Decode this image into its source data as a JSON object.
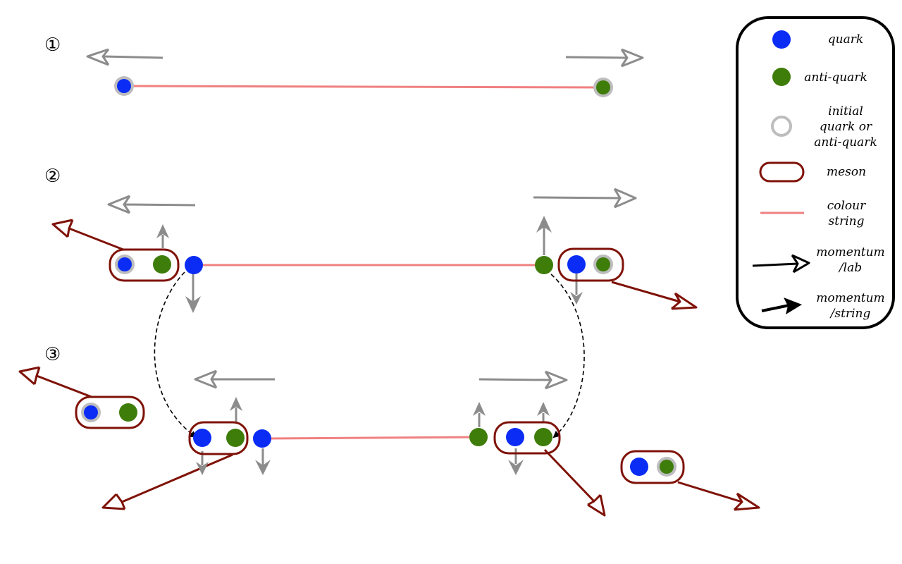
{
  "steps": {
    "one": "①",
    "two": "②",
    "three": "③"
  },
  "legend": {
    "quark": "quark",
    "anti_quark": "anti-quark",
    "initial_line1": "initial",
    "initial_line2": "quark or",
    "initial_line3": "anti-quark",
    "meson": "meson",
    "string_line1": "colour",
    "string_line2": "string",
    "lab_line1": "momentum",
    "lab_line2": "/lab",
    "str_line1": "momentum",
    "str_line2": "/string"
  },
  "colors": {
    "quark": "#0a2cf5",
    "anti_quark": "#3f7d0a",
    "initial_ring": "#bdbdbd",
    "meson": "#7f1208",
    "string": "#f08080",
    "arrow_grey": "#8c8c8c"
  },
  "icons": [
    "quark-dot-icon",
    "anti-quark-dot-icon",
    "initial-ring-icon",
    "meson-capsule-icon",
    "colour-string-icon",
    "hollow-arrow-icon",
    "solid-arrow-icon"
  ]
}
